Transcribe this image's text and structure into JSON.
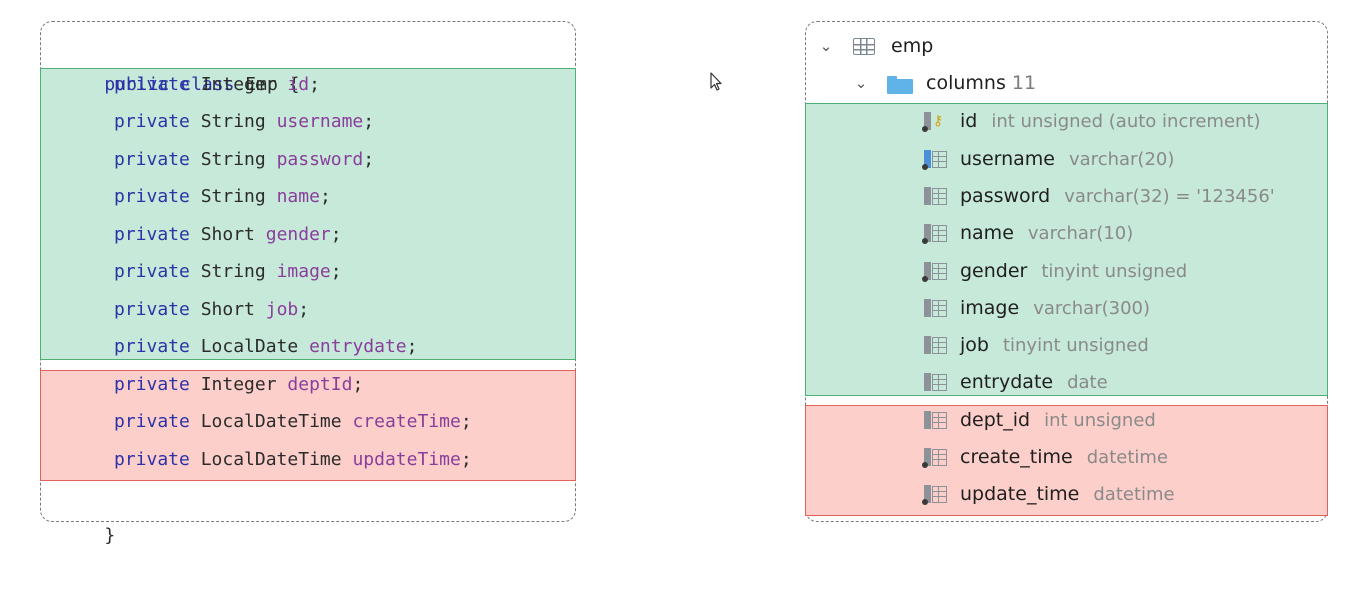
{
  "code": {
    "open_line": {
      "kw1": "public",
      "kw2": "class",
      "name": "Emp",
      "brace": "{"
    },
    "close_line": "}",
    "fields": [
      {
        "kw": "private",
        "type": "Integer",
        "name": "id"
      },
      {
        "kw": "private",
        "type": "String",
        "name": "username"
      },
      {
        "kw": "private",
        "type": "String",
        "name": "password"
      },
      {
        "kw": "private",
        "type": "String",
        "name": "name"
      },
      {
        "kw": "private",
        "type": "Short",
        "name": "gender"
      },
      {
        "kw": "private",
        "type": "String",
        "name": "image"
      },
      {
        "kw": "private",
        "type": "Short",
        "name": "job"
      },
      {
        "kw": "private",
        "type": "LocalDate",
        "name": "entrydate"
      },
      {
        "kw": "private",
        "type": "Integer",
        "name": "deptId"
      },
      {
        "kw": "private",
        "type": "LocalDateTime",
        "name": "createTime"
      },
      {
        "kw": "private",
        "type": "LocalDateTime",
        "name": "updateTime"
      }
    ]
  },
  "db": {
    "table": {
      "name": "emp",
      "icon": "table-icon"
    },
    "columns_node": {
      "label": "columns",
      "count": "11",
      "icon": "folder-icon"
    },
    "columns": [
      {
        "name": "id",
        "type": "int unsigned (auto increment)",
        "icon": "primary-key-column-icon"
      },
      {
        "name": "username",
        "type": "varchar(20)",
        "icon": "unique-column-icon"
      },
      {
        "name": "password",
        "type": "varchar(32) = '123456'",
        "icon": "column-icon"
      },
      {
        "name": "name",
        "type": "varchar(10)",
        "icon": "not-null-column-icon"
      },
      {
        "name": "gender",
        "type": "tinyint unsigned",
        "icon": "not-null-column-icon"
      },
      {
        "name": "image",
        "type": "varchar(300)",
        "icon": "column-icon"
      },
      {
        "name": "job",
        "type": "tinyint unsigned",
        "icon": "column-icon"
      },
      {
        "name": "entrydate",
        "type": "date",
        "icon": "column-icon"
      },
      {
        "name": "dept_id",
        "type": "int unsigned",
        "icon": "column-icon"
      },
      {
        "name": "create_time",
        "type": "datetime",
        "icon": "not-null-column-icon"
      },
      {
        "name": "update_time",
        "type": "datetime",
        "icon": "not-null-column-icon"
      }
    ]
  },
  "colors": {
    "match_bg": "#c6e9d9",
    "match_border": "#4caf74",
    "mismatch_bg": "#fccfcb",
    "mismatch_border": "#e0625a",
    "keyword": "#2d32a6",
    "field_name": "#8a3e9b"
  }
}
